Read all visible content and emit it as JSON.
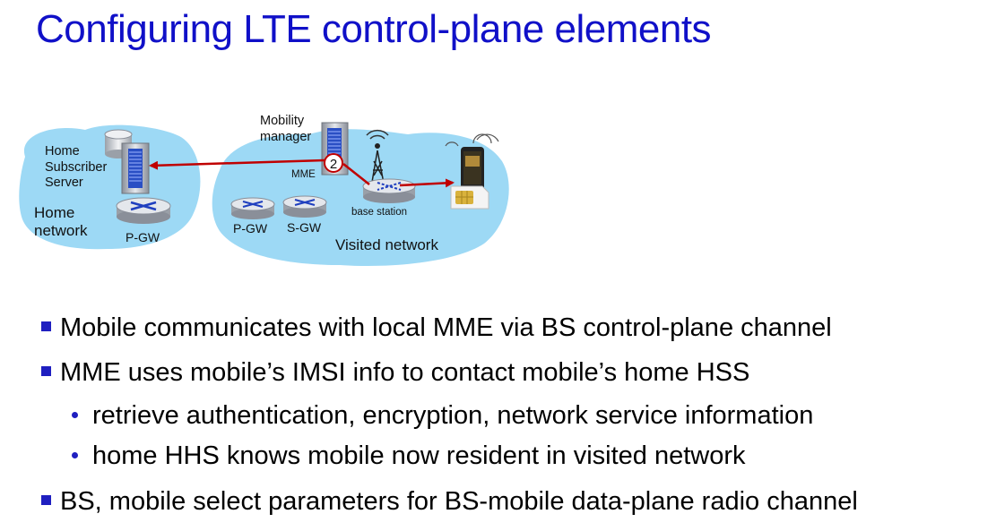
{
  "slide": {
    "title": "Configuring LTE control-plane elements"
  },
  "diagram": {
    "home": {
      "hss_label_lines": [
        "Home",
        "Subscriber",
        "Server"
      ],
      "network_label_lines": [
        "Home",
        "network"
      ],
      "pgw_label": "P-GW"
    },
    "visited": {
      "mobility_manager_lines": [
        "Mobility",
        "manager"
      ],
      "mme_label": "MME",
      "step_number": "2",
      "base_station_label": "base station",
      "pgw_label": "P-GW",
      "sgw_label": "S-GW",
      "network_label": "Visited network"
    },
    "colors": {
      "cloud": "#9dd9f5",
      "arrow": "#c00000",
      "title": "#1010c8",
      "bullet": "#1f1fc0"
    }
  },
  "bullets": {
    "item1": "Mobile communicates with local MME via BS control-plane channel",
    "item2": "MME uses mobile’s IMSI info to contact mobile’s home HSS",
    "item2_sub1": "retrieve authentication, encryption, network service information",
    "item2_sub2": "home HHS knows mobile now resident in visited network",
    "item3": "BS, mobile select parameters for BS-mobile data-plane radio channel"
  }
}
